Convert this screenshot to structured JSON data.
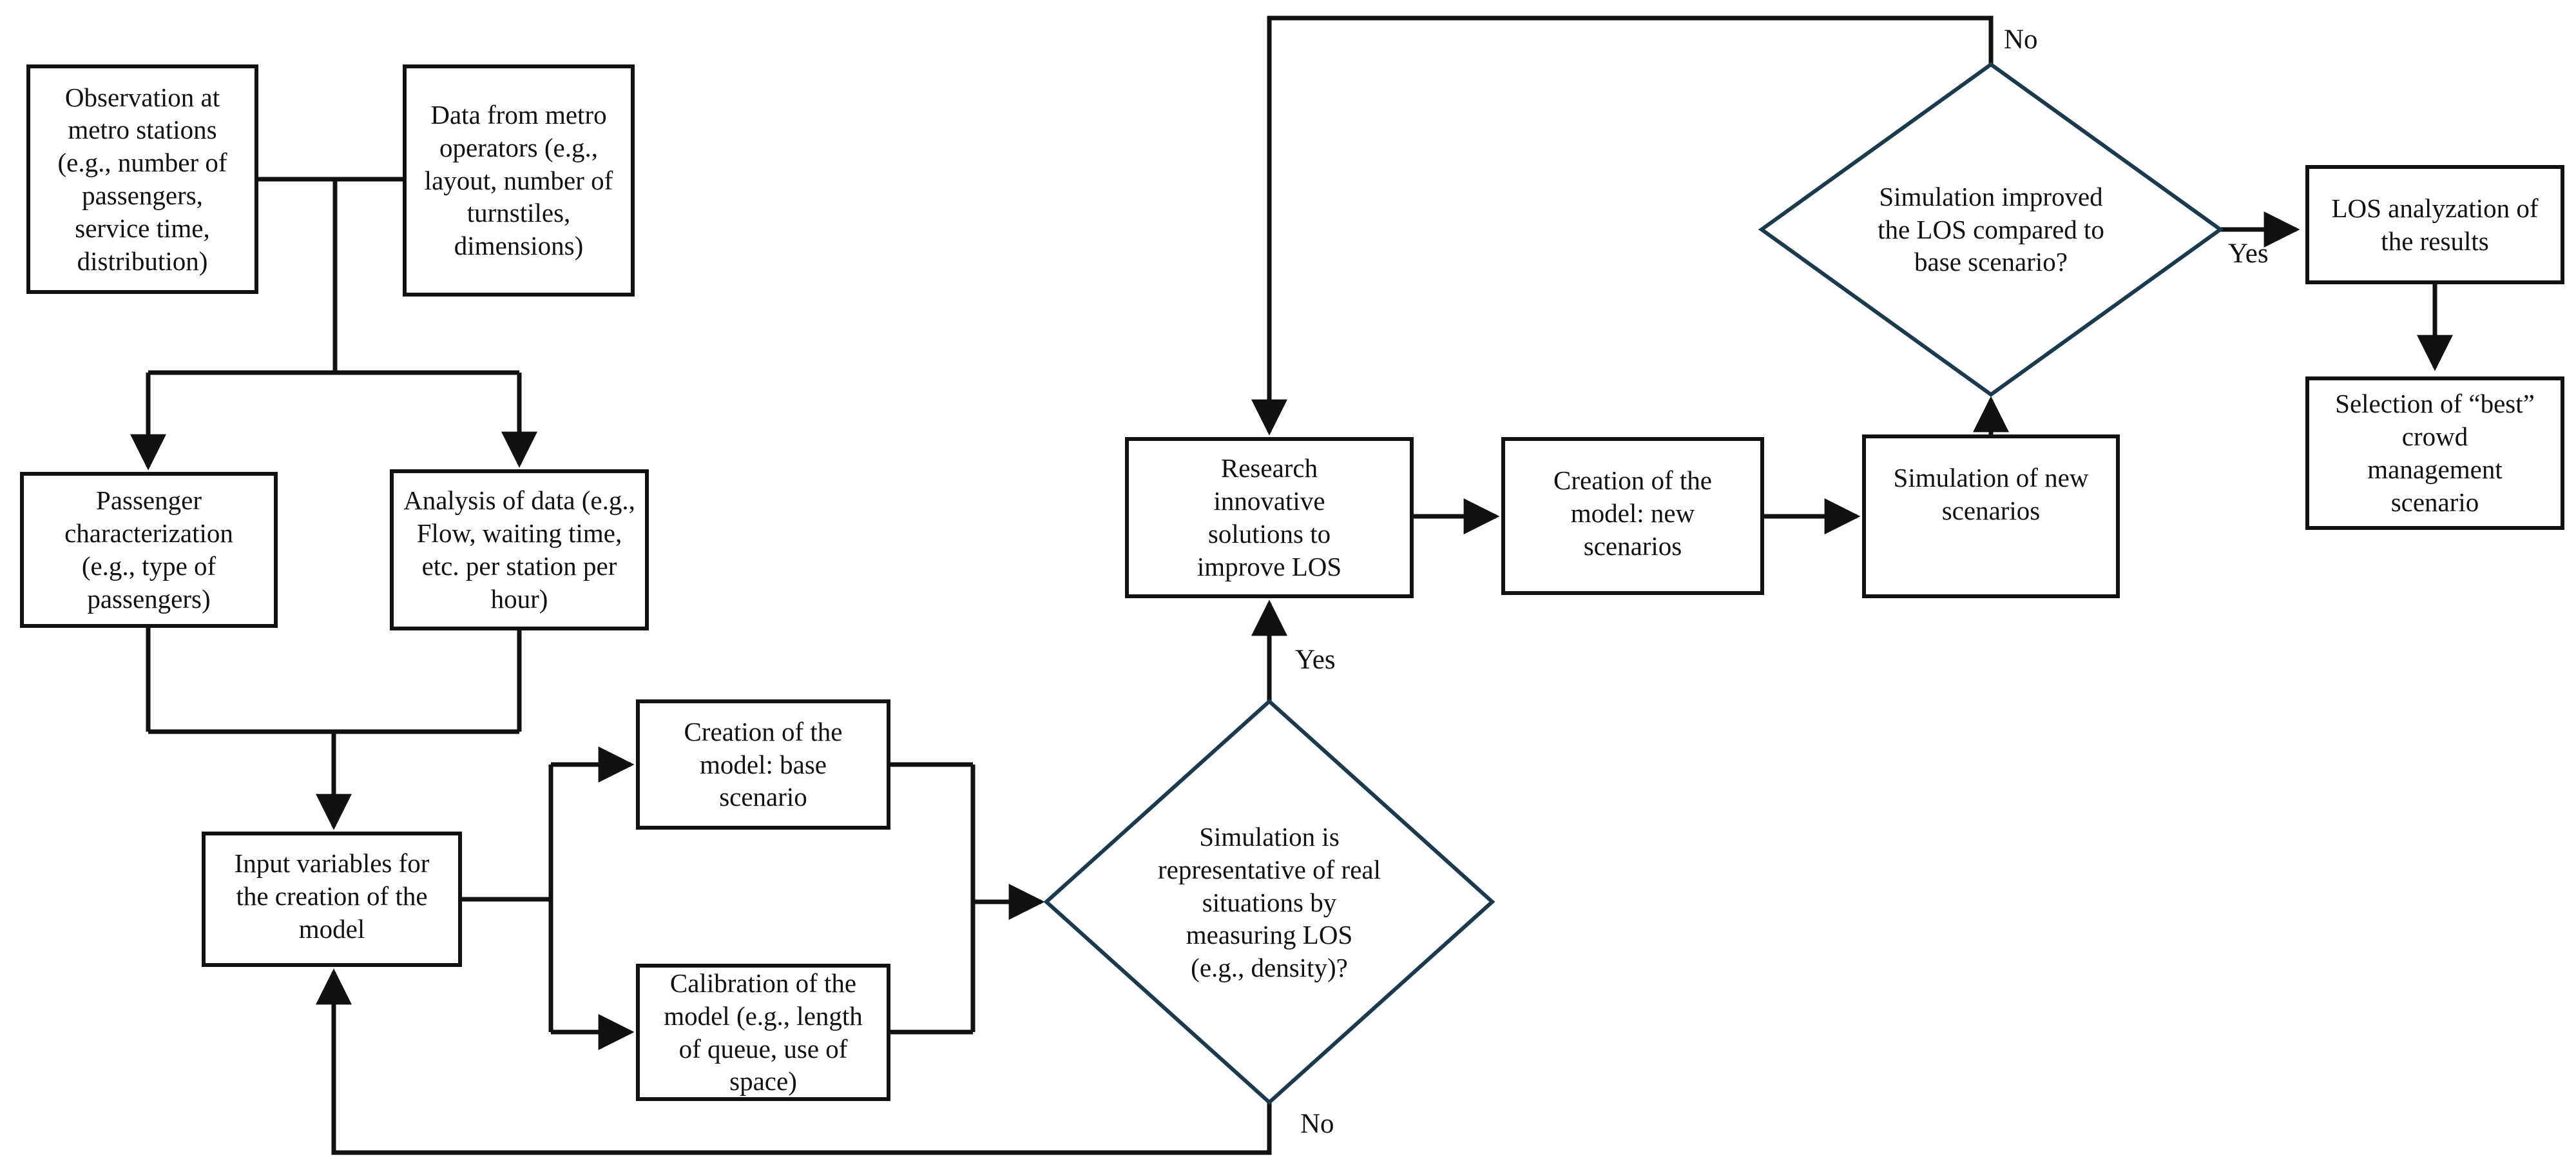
{
  "figure": {
    "type": "flowchart"
  },
  "colors": {
    "background": "#ffffff",
    "box_border": "#111111",
    "diamond_border": "#1b3a4e",
    "connector": "#111111",
    "text": "#111111"
  },
  "nodes": {
    "observation": {
      "shape": "rect",
      "label": "Observation at metro stations (e.g., number of passengers, service time, distribution)"
    },
    "data_operators": {
      "shape": "rect",
      "label": "Data from metro operators (e.g., layout, number of turnstiles, dimensions)"
    },
    "passenger_characterization": {
      "shape": "rect",
      "label": "Passenger characterization (e.g., type of passengers)"
    },
    "analysis_of_data": {
      "shape": "rect",
      "label": "Analysis of data (e.g., Flow, waiting time, etc. per station per hour)"
    },
    "input_variables": {
      "shape": "rect",
      "label": "Input variables for the creation of the model"
    },
    "creation_base": {
      "shape": "rect",
      "label": "Creation of the model: base scenario"
    },
    "calibration": {
      "shape": "rect",
      "label": "Calibration of the model (e.g., length of queue, use of space)"
    },
    "representative_decision": {
      "shape": "diamond",
      "label": "Simulation is representative of real situations by measuring LOS (e.g., density)?"
    },
    "research_solutions": {
      "shape": "rect",
      "label": "Research innovative solutions to improve LOS"
    },
    "creation_new": {
      "shape": "rect",
      "label": "Creation of the model: new scenarios"
    },
    "simulation_new": {
      "shape": "rect",
      "label": "Simulation of new scenarios"
    },
    "improved_decision": {
      "shape": "diamond",
      "label": "Simulation improved the LOS compared to base scenario?"
    },
    "los_analyzation": {
      "shape": "rect",
      "label": "LOS analyzation of the results"
    },
    "selection_best": {
      "shape": "rect",
      "label": "Selection of “best” crowd management scenario"
    }
  },
  "edge_labels": {
    "representative_yes": "Yes",
    "representative_no": "No",
    "improved_yes": "Yes",
    "improved_no": "No"
  }
}
